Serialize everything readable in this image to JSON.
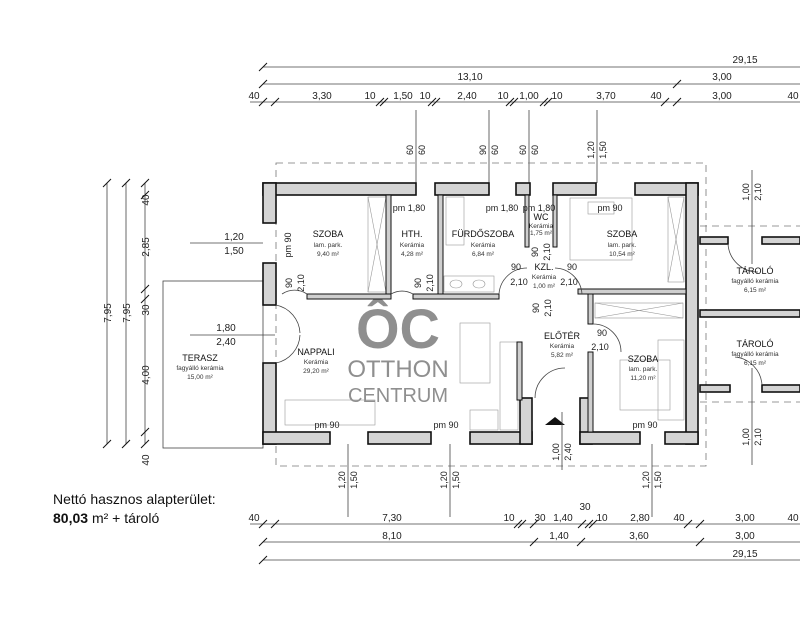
{
  "dims": {
    "top_total": "29,15",
    "top_sub": [
      "13,10",
      "3,00"
    ],
    "top_seg": [
      "40",
      "3,30",
      "10",
      "1,50",
      "10",
      "2,40",
      "10",
      "1,00",
      "10",
      "3,70",
      "40",
      "3,00",
      "40"
    ],
    "top_windows": [
      "60",
      "60",
      "90",
      "60",
      "60",
      "60",
      "1,20",
      "1,50"
    ],
    "left_total": [
      "7,95",
      "7,95"
    ],
    "left_seg": [
      "40",
      "2,85",
      "30",
      "4,00",
      "40"
    ],
    "bottom_seg": [
      "40",
      "7,30",
      "10",
      "30",
      "1,40",
      "30",
      "10",
      "2,80",
      "40",
      "3,00",
      "40"
    ],
    "bottom_sub": [
      "8,10",
      "1,40",
      "3,60",
      "3,00"
    ],
    "bottom_total": "29,15",
    "bottom_windows": [
      "1,20",
      "1,50",
      "1,20",
      "1,50",
      "1,20",
      "1,50"
    ],
    "storage_doors": [
      "1,00",
      "2,10",
      "1,00",
      "2,10"
    ],
    "entrance": [
      "1,00",
      "2,40"
    ]
  },
  "rooms": [
    {
      "name": "SZOBA",
      "floor": "lam. park.",
      "area": "9,40 m²"
    },
    {
      "name": "HTH.",
      "floor": "Kerámia",
      "area": "4,28 m²"
    },
    {
      "name": "FÜRDŐSZOBA",
      "floor": "Kerámia",
      "area": "6,84 m²"
    },
    {
      "name": "WC",
      "floor": "Kerámia",
      "area": "1,75 m²"
    },
    {
      "name": "SZOBA",
      "floor": "lam. park.",
      "area": "10,54 m²"
    },
    {
      "name": "KZL.",
      "floor": "Kerámia",
      "area": "1,00 m²"
    },
    {
      "name": "NAPPALI",
      "floor": "Kerámia",
      "area": "29,20 m²"
    },
    {
      "name": "ELŐTÉR",
      "floor": "Kerámia",
      "area": "5,82 m²"
    },
    {
      "name": "SZOBA",
      "floor": "lam. park.",
      "area": "11,20 m²"
    },
    {
      "name": "TERASZ",
      "floor": "fagyálló kerámia",
      "area": "15,00 m²"
    },
    {
      "name": "TÁROLÓ",
      "floor": "fagyálló kerámia",
      "area": "6,15 m²"
    },
    {
      "name": "TÁROLÓ",
      "floor": "fagyálló kerámia",
      "area": "6,15 m²"
    }
  ],
  "openings": {
    "pm_180": "pm 1,80",
    "pm_90": "pm 90",
    "d90": "90",
    "d210": "2,10",
    "terrace_door": [
      "1,80",
      "2,40"
    ],
    "left_window": [
      "1,20",
      "1,50"
    ]
  },
  "logo": {
    "mark": "ÔC",
    "line1": "OTTHON",
    "line2": "CENTRUM"
  },
  "note": {
    "label": "Nettó hasznos alapterület:",
    "value": "80,03",
    "unit": "m²",
    "suffix": " + tároló"
  }
}
